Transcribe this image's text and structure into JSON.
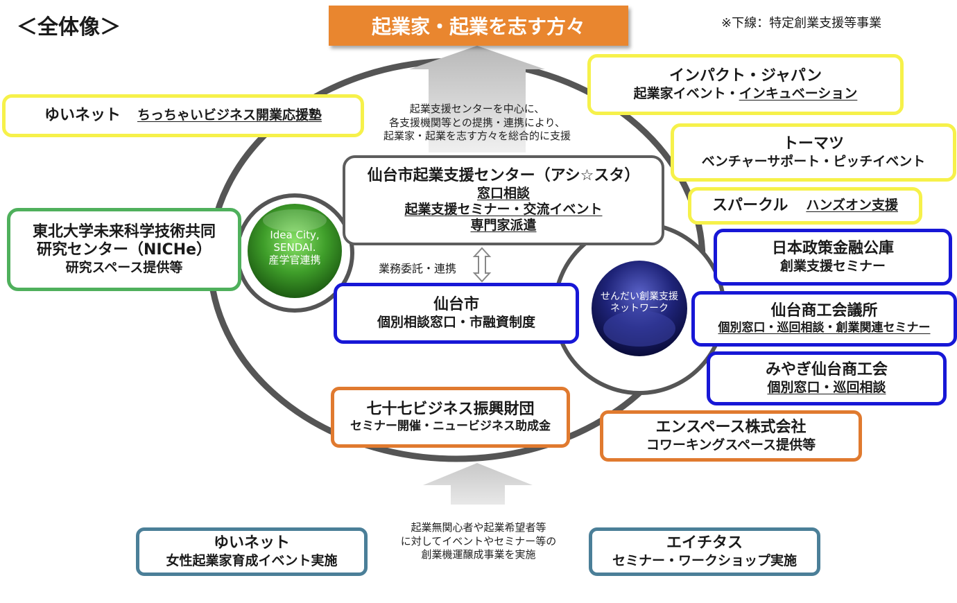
{
  "header": {
    "overview_label": "＜全体像＞",
    "target_label": "起業家・起業を志す方々",
    "legend_note": "※下線：特定創業支援等事業"
  },
  "center": {
    "title": "仙台市起業支援センター（アシ☆スタ）",
    "line1": "窓口相談",
    "line2": "起業支援セミナー・交流イベント",
    "line3": "専門家派遣"
  },
  "central_note": [
    "起業支援センターを中心に、",
    "各支援機関等との提携・連携により、",
    "起業家・起業を志す方々を総合的に支援"
  ],
  "relation_label": "業務委託・連携",
  "city": {
    "title": "仙台市",
    "subtitle": "個別相談窓口・市融資制度"
  },
  "idea_city": {
    "line1": "Idea City,",
    "line2": "SENDAI.",
    "line3": "産学官連携"
  },
  "network": {
    "line1": "せんだい創業支援",
    "line2": "ネットワーク"
  },
  "niche": {
    "line1": "東北大学未来科学技術共同",
    "line2": "研究センター（NICHe）",
    "line3": "研究スペース提供等"
  },
  "yuinet_top": {
    "name": "ゆいネット",
    "service": "ちっちゃいビジネス開業応援塾"
  },
  "impact_japan": {
    "name": "インパクト・ジャパン",
    "service_plain": "起業家イベント・",
    "service_underlined": "インキュベーション"
  },
  "tomatsu": {
    "name": "トーマツ",
    "service": "ベンチャーサポート・ピッチイベント"
  },
  "sparkle": {
    "name": "スパークル",
    "service": "ハンズオン支援"
  },
  "jfc": {
    "name": "日本政策金融公庫",
    "service": "創業支援セミナー"
  },
  "sendai_cci": {
    "name": "仙台商工会議所",
    "service": "個別窓口・巡回相談・創業関連セミナー"
  },
  "miyagi_sci": {
    "name": "みやぎ仙台商工会",
    "service": "個別窓口・巡回相談"
  },
  "shichijushichi": {
    "name": "七十七ビジネス振興財団",
    "service": "セミナー開催・ニュービジネス助成金"
  },
  "enspace": {
    "name": "エンスペース株式会社",
    "service": "コワーキングスペース提供等"
  },
  "bottom_note": [
    "起業無関心者や起業希望者等",
    "に対してイベントやセミナー等の",
    "創業機運醸成事業を実施"
  ],
  "yuinet_bottom": {
    "name": "ゆいネット",
    "service": "女性起業家育成イベント実施"
  },
  "eichitas": {
    "name": "エイチタス",
    "service": "セミナー・ワークショップ実施"
  },
  "colors": {
    "yellow_border": "#f6f14a",
    "green_border": "#4fb05c",
    "blue_border": "#1717d6",
    "orange_border": "#e07a2f",
    "teal_border": "#4b7f98",
    "gray_border": "#5d5d5d",
    "target_fill": "#e9862f"
  }
}
